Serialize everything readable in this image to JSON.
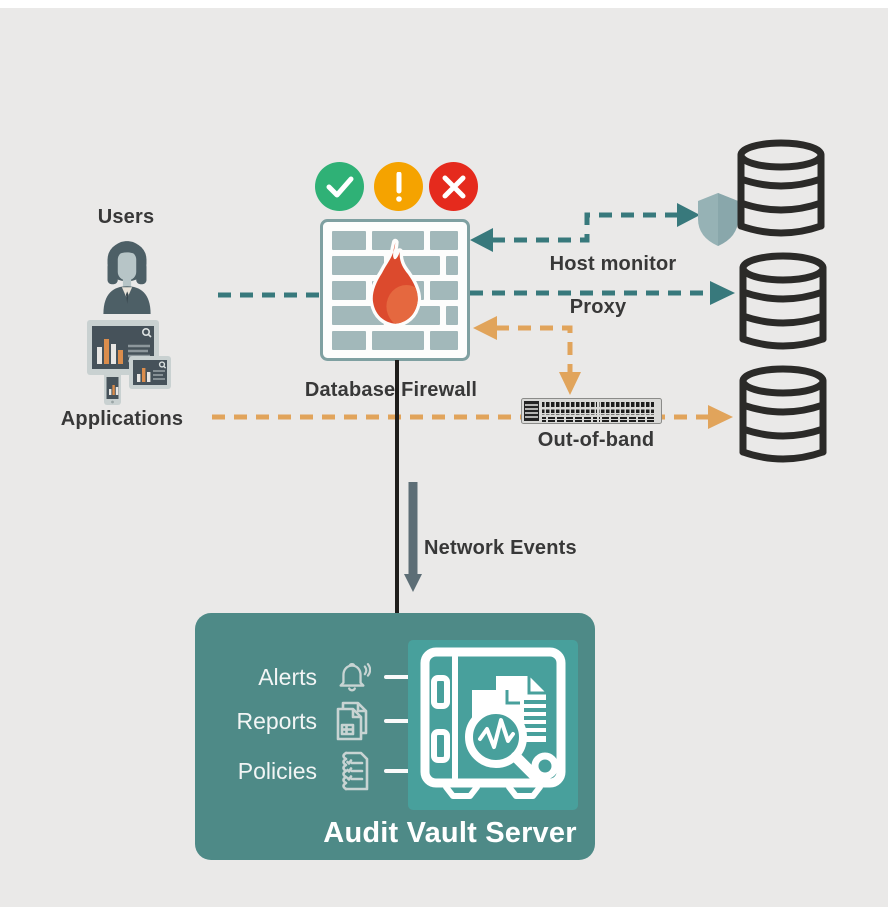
{
  "diagram": {
    "status_icons": [
      {
        "name": "pass",
        "symbol": "check",
        "color": "#2FB176"
      },
      {
        "name": "warning",
        "symbol": "exclamation",
        "color": "#F5A300"
      },
      {
        "name": "block",
        "symbol": "cross",
        "color": "#E52A1D"
      }
    ],
    "nodes": {
      "users": {
        "label": "Users"
      },
      "applications": {
        "label": "Applications"
      },
      "firewall": {
        "label": "Database Firewall"
      },
      "switch": {
        "label": "Out-of-band"
      },
      "databases": {
        "count": 3
      },
      "audit_vault": {
        "title": "Audit Vault Server",
        "items": [
          {
            "label": "Alerts",
            "icon": "bell-icon"
          },
          {
            "label": "Reports",
            "icon": "reports-icon"
          },
          {
            "label": "Policies",
            "icon": "policies-icon"
          }
        ]
      }
    },
    "connectors": {
      "host_monitor": {
        "label": "Host monitor",
        "color": "#38797C",
        "style": "dashed",
        "bidirectional": true
      },
      "proxy": {
        "label": "Proxy",
        "color": "#38797C",
        "style": "dashed"
      },
      "out_of_band": {
        "color": "#E1A45B",
        "style": "dashed"
      },
      "network_events": {
        "label": "Network Events",
        "color": "#5D6E76",
        "style": "solid"
      }
    },
    "icons": [
      "check-icon",
      "exclamation-icon",
      "cross-icon",
      "user-icon",
      "applications-devices-icon",
      "firewall-flame-icon",
      "shield-icon",
      "database-icon",
      "network-switch-icon",
      "bell-icon",
      "reports-icon",
      "policies-icon",
      "vault-magnifier-icon"
    ],
    "colors": {
      "background": "#EAE9E8",
      "teal_line": "#38797C",
      "orange_line": "#E1A45B",
      "avs_box": "#4E8A87",
      "avs_inner": "#48A09C",
      "db_outline": "#2B2A28",
      "flame_main": "#DC4A2D",
      "flame_light": "#E5683F",
      "brick": "#A2B8BA",
      "text_dark": "#383838",
      "gray_arrow": "#5D6E76"
    }
  }
}
